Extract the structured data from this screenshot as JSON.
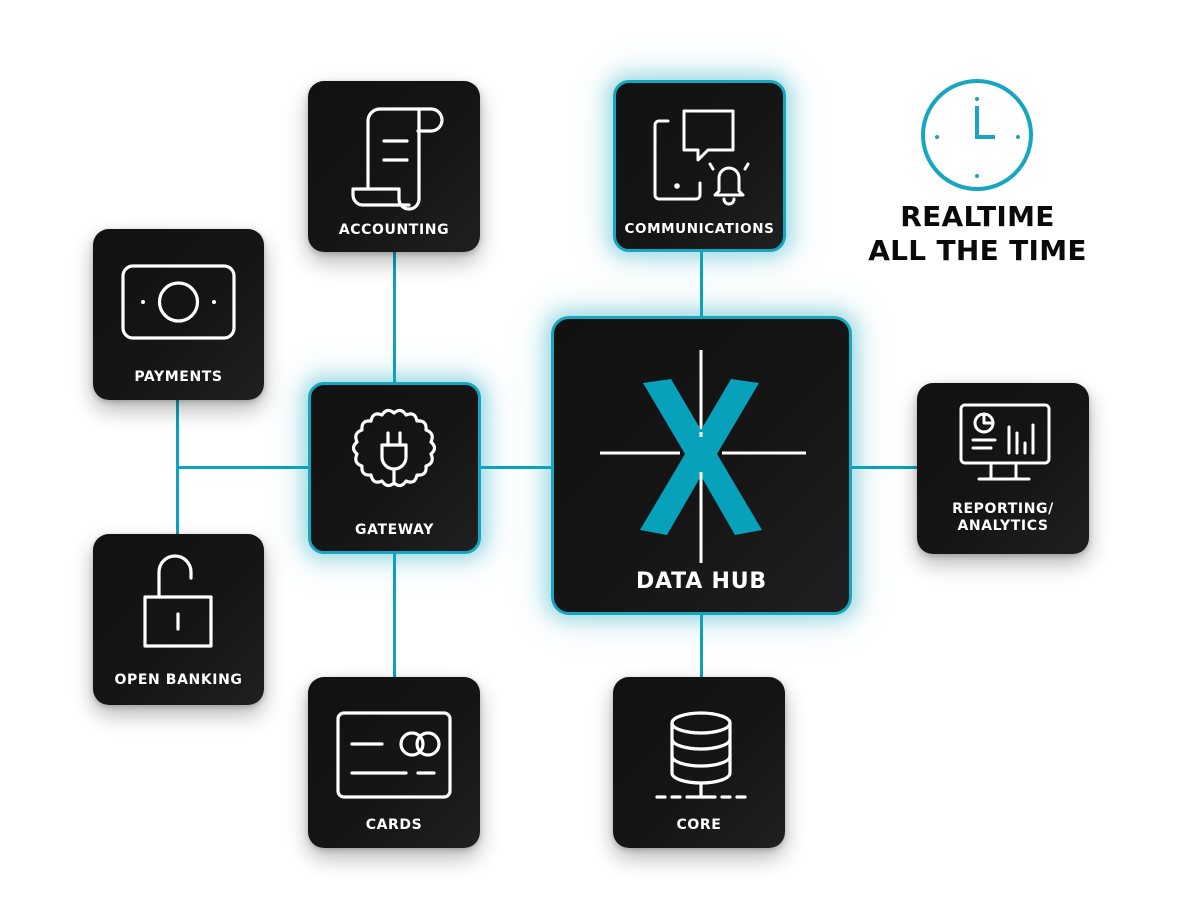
{
  "diagram": {
    "accent_color": "#0ba3bd",
    "tile_color": "#141414",
    "hub": {
      "label": "DATA HUB",
      "logo": "X",
      "icon": "x-crosshair-logo"
    },
    "nodes": [
      {
        "id": "accounting",
        "label": "ACCOUNTING",
        "icon": "scroll-icon",
        "highlighted": false
      },
      {
        "id": "communications",
        "label": "COMMUNICATIONS",
        "icon": "phone-chat-bell-icon",
        "highlighted": true
      },
      {
        "id": "payments",
        "label": "PAYMENTS",
        "icon": "banknote-icon",
        "highlighted": false
      },
      {
        "id": "gateway",
        "label": "GATEWAY",
        "icon": "gear-plug-icon",
        "highlighted": true
      },
      {
        "id": "reporting",
        "label_line1": "REPORTING/",
        "label_line2": "ANALYTICS",
        "icon": "monitor-chart-icon",
        "highlighted": false
      },
      {
        "id": "open_banking",
        "label": "OPEN BANKING",
        "icon": "unlocked-padlock-icon",
        "highlighted": false
      },
      {
        "id": "cards",
        "label": "CARDS",
        "icon": "credit-card-icon",
        "highlighted": false
      },
      {
        "id": "core",
        "label": "CORE",
        "icon": "database-network-icon",
        "highlighted": false
      }
    ],
    "connections": [
      [
        "accounting",
        "gateway"
      ],
      [
        "gateway",
        "cards"
      ],
      [
        "payments",
        "gateway"
      ],
      [
        "open_banking",
        "gateway"
      ],
      [
        "gateway",
        "hub"
      ],
      [
        "communications",
        "hub"
      ],
      [
        "hub",
        "core"
      ],
      [
        "hub",
        "reporting"
      ]
    ],
    "tagline": {
      "line1": "REALTIME",
      "line2": "ALL THE TIME",
      "icon": "clock-icon"
    }
  }
}
